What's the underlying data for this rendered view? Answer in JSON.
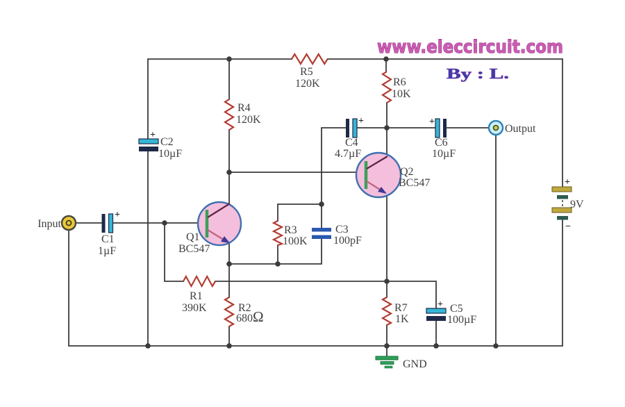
{
  "watermark": {
    "site": "www.eleccircuit.com",
    "byline": "By : L."
  },
  "io": {
    "input_label": "Input",
    "output_label": "Output",
    "ground_label": "GND"
  },
  "battery": {
    "voltage": "9V",
    "plus": "+",
    "minus": "−"
  },
  "symbols": {
    "plus": "+"
  },
  "components": {
    "R1": {
      "ref": "R1",
      "value": "390K"
    },
    "R2": {
      "ref": "R2",
      "value": "680",
      "unit": "Ω"
    },
    "R3": {
      "ref": "R3",
      "value": "100K"
    },
    "R4": {
      "ref": "R4",
      "value": "120K"
    },
    "R5": {
      "ref": "R5",
      "value": "120K"
    },
    "R6": {
      "ref": "R6",
      "value": "10K"
    },
    "R7": {
      "ref": "R7",
      "value": "1K"
    },
    "C1": {
      "ref": "C1",
      "value": "1µF"
    },
    "C2": {
      "ref": "C2",
      "value": "10µF"
    },
    "C3": {
      "ref": "C3",
      "value": "100pF"
    },
    "C4": {
      "ref": "C4",
      "value": "4.7µF"
    },
    "C5": {
      "ref": "C5",
      "value": "100µF"
    },
    "C6": {
      "ref": "C6",
      "value": "10µF"
    },
    "Q1": {
      "ref": "Q1",
      "part": "BC547"
    },
    "Q2": {
      "ref": "Q2",
      "part": "BC547"
    }
  },
  "colors": {
    "wire": "#3b3b3b",
    "resistor": "#b23c32",
    "watermark": "#cb5cb2",
    "byline": "#3d3daa",
    "transistor_fill": "#f4bfdc",
    "transistor_stroke": "#3f6fb0",
    "electrolytic_plus_plate": "#35b6d6",
    "electrolytic_minus_plate": "#1e2a48",
    "ceramic_cap": "#2a58b0",
    "battery_long_plate": "#bfa93f",
    "battery_short_plate": "#2e5a50",
    "ground_green": "#2fa05a",
    "input_jack": "#ecc93a",
    "output_jack_ring": "#2a86b8"
  }
}
